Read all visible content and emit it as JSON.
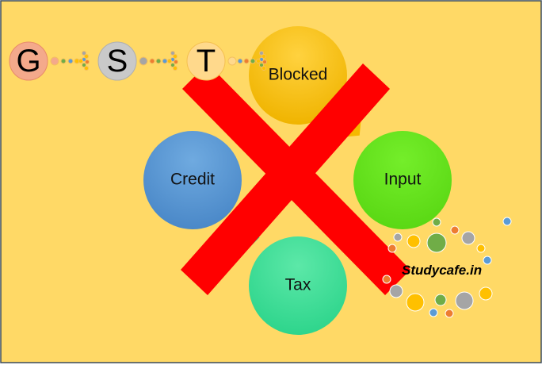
{
  "title_letters": [
    "G",
    "S",
    "T"
  ],
  "cycle": {
    "top": "Blocked",
    "right": "Input",
    "bottom": "Tax",
    "left": "Credit"
  },
  "watermark": "Studycafe.in",
  "colors": {
    "background": "#FFD966",
    "border": "#3A4A5A",
    "cross": "#FF0000",
    "blocked": "#FFC000",
    "input": "#66E11E",
    "tax": "#3FDC98",
    "credit": "#5B9BD5",
    "g_circle": "#F4A98B",
    "s_circle": "#C9C9C9",
    "t_circle": "#FFD98C"
  }
}
